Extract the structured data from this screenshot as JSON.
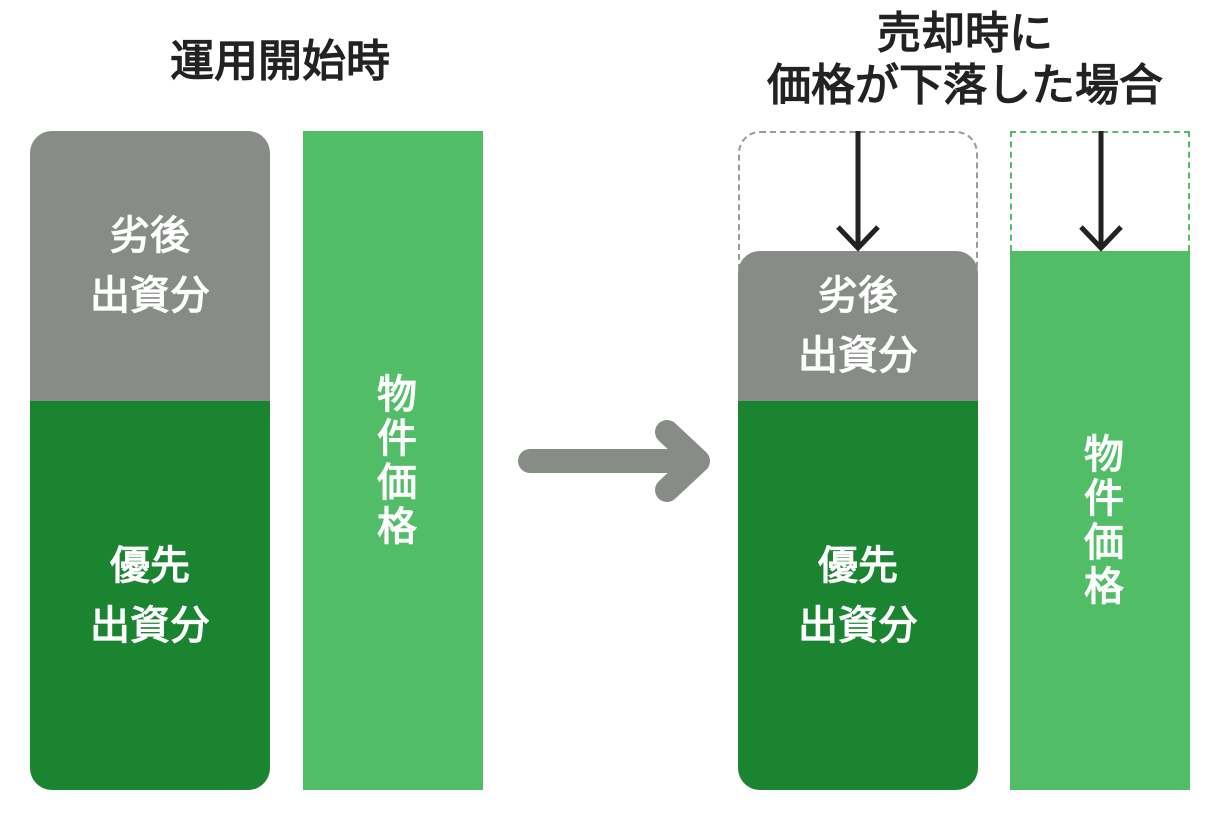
{
  "colors": {
    "junior_gray": "#878d86",
    "senior_dark_green": "#1a8431",
    "property_light_green": "#51bd66",
    "arrow_gray": "#878d86",
    "arrow_dark": "#222222",
    "dashed_gray": "#9a9a9a",
    "dashed_green": "#55bb66"
  },
  "left": {
    "title": "運用開始時",
    "junior_label": [
      "劣後",
      "出資分"
    ],
    "senior_label": [
      "優先",
      "出資分"
    ],
    "property_label": "物件価格"
  },
  "right": {
    "title": [
      "売却時に",
      "価格が下落した場合"
    ],
    "junior_label": [
      "劣後",
      "出資分"
    ],
    "senior_label": [
      "優先",
      "出資分"
    ],
    "property_label": "物件価格"
  },
  "icons": {
    "transition_arrow": "arrow-right-icon",
    "decline_arrow": "arrow-down-icon"
  }
}
